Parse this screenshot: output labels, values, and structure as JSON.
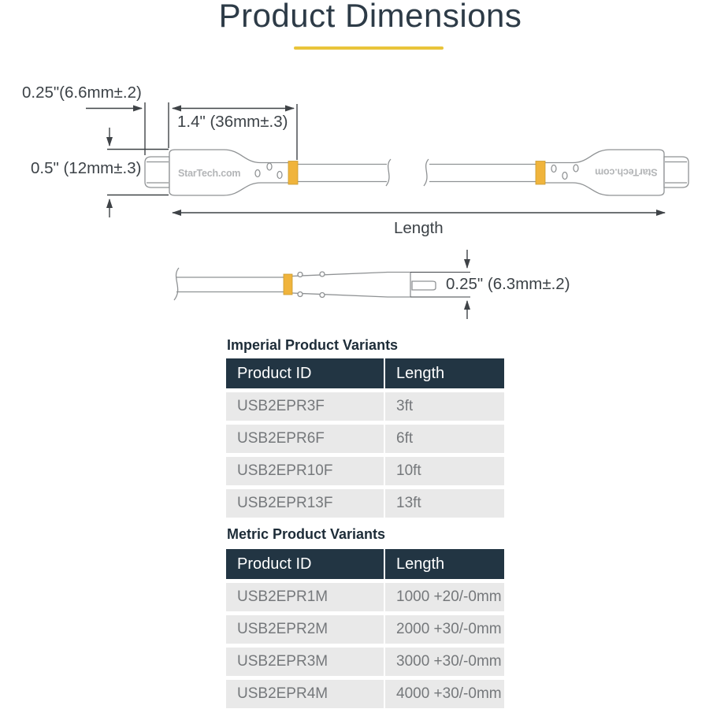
{
  "page": {
    "title": "Product Dimensions"
  },
  "colors": {
    "accent_underline": "#e9c43a",
    "cable_band": "#f0b43c",
    "table_header_bg": "#223543",
    "table_row_bg": "#e9e9e9"
  },
  "diagram": {
    "brand": "StarTech.com",
    "labels": {
      "plug_length": "0.25\"(6.6mm±.2)",
      "molding_length": "1.4\" (36mm±.3)",
      "connector_height": "0.5\" (12mm±.3)",
      "cable_length": "Length",
      "connector_thickness": "0.25\" (6.3mm±.2)"
    }
  },
  "tables": [
    {
      "title": "Imperial Product Variants",
      "columns": [
        "Product ID",
        "Length"
      ],
      "rows": [
        [
          "USB2EPR3F",
          "3ft"
        ],
        [
          "USB2EPR6F",
          "6ft"
        ],
        [
          "USB2EPR10F",
          "10ft"
        ],
        [
          "USB2EPR13F",
          "13ft"
        ]
      ]
    },
    {
      "title": "Metric Product Variants",
      "columns": [
        "Product ID",
        "Length"
      ],
      "rows": [
        [
          "USB2EPR1M",
          "1000 +20/-0mm"
        ],
        [
          "USB2EPR2M",
          "2000 +30/-0mm"
        ],
        [
          "USB2EPR3M",
          "3000 +30/-0mm"
        ],
        [
          "USB2EPR4M",
          "4000 +30/-0mm"
        ]
      ]
    }
  ]
}
